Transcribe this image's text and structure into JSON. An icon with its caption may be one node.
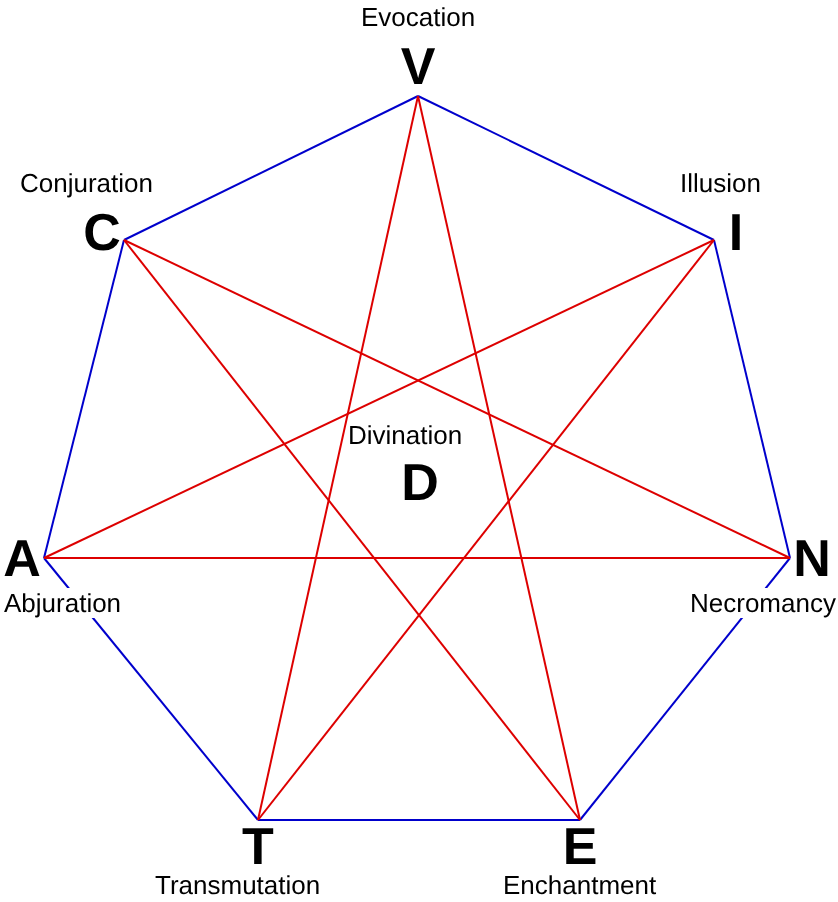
{
  "diagram": {
    "nodes": [
      {
        "text": [
          "V"
        ],
        "beside": [
          "Evocation"
        ]
      },
      {
        "text": [
          "C"
        ],
        "beside": [
          "Conjuration"
        ]
      },
      {
        "text": [
          "I"
        ],
        "beside": [
          "Illusion"
        ]
      },
      {
        "text": [
          "D"
        ],
        "beside": [
          "Divination"
        ]
      },
      {
        "text": [
          "A"
        ],
        "beside": [
          "Abjuration"
        ]
      },
      {
        "text": [
          "N"
        ],
        "beside": [
          "Necromancy"
        ]
      },
      {
        "text": [
          "T"
        ],
        "beside": [
          "Transmutation"
        ]
      },
      {
        "text": [
          "E"
        ],
        "beside": [
          "Enchantment"
        ]
      }
    ],
    "edges": [
      {
        "from": 0,
        "to": 2,
        "arrow": "none",
        "color": "#0000cc"
      },
      {
        "from": 2,
        "to": 5,
        "arrow": "none",
        "color": "#0000cc"
      },
      {
        "from": 5,
        "to": 7,
        "arrow": "none",
        "color": "#0000cc"
      },
      {
        "from": 7,
        "to": 6,
        "arrow": "none",
        "color": "#0000cc"
      },
      {
        "from": 6,
        "to": 4,
        "arrow": "none",
        "color": "#0000cc"
      },
      {
        "from": 4,
        "to": 1,
        "arrow": "none",
        "color": "#0000cc"
      },
      {
        "from": 1,
        "to": 0,
        "arrow": "none",
        "color": "#0000cc"
      },
      {
        "from": 0,
        "to": 6,
        "arrow": "none",
        "color": "#dd0000"
      },
      {
        "from": 0,
        "to": 7,
        "arrow": "none",
        "color": "#dd0000"
      },
      {
        "from": 1,
        "to": 5,
        "arrow": "none",
        "color": "#dd0000"
      },
      {
        "from": 1,
        "to": 7,
        "arrow": "none",
        "color": "#dd0000"
      },
      {
        "from": 2,
        "to": 4,
        "arrow": "none",
        "color": "#dd0000"
      },
      {
        "from": 2,
        "to": 6,
        "arrow": "none",
        "color": "#dd0000"
      },
      {
        "from": 4,
        "to": 5,
        "arrow": "none",
        "color": "#dd0000"
      }
    ]
  }
}
